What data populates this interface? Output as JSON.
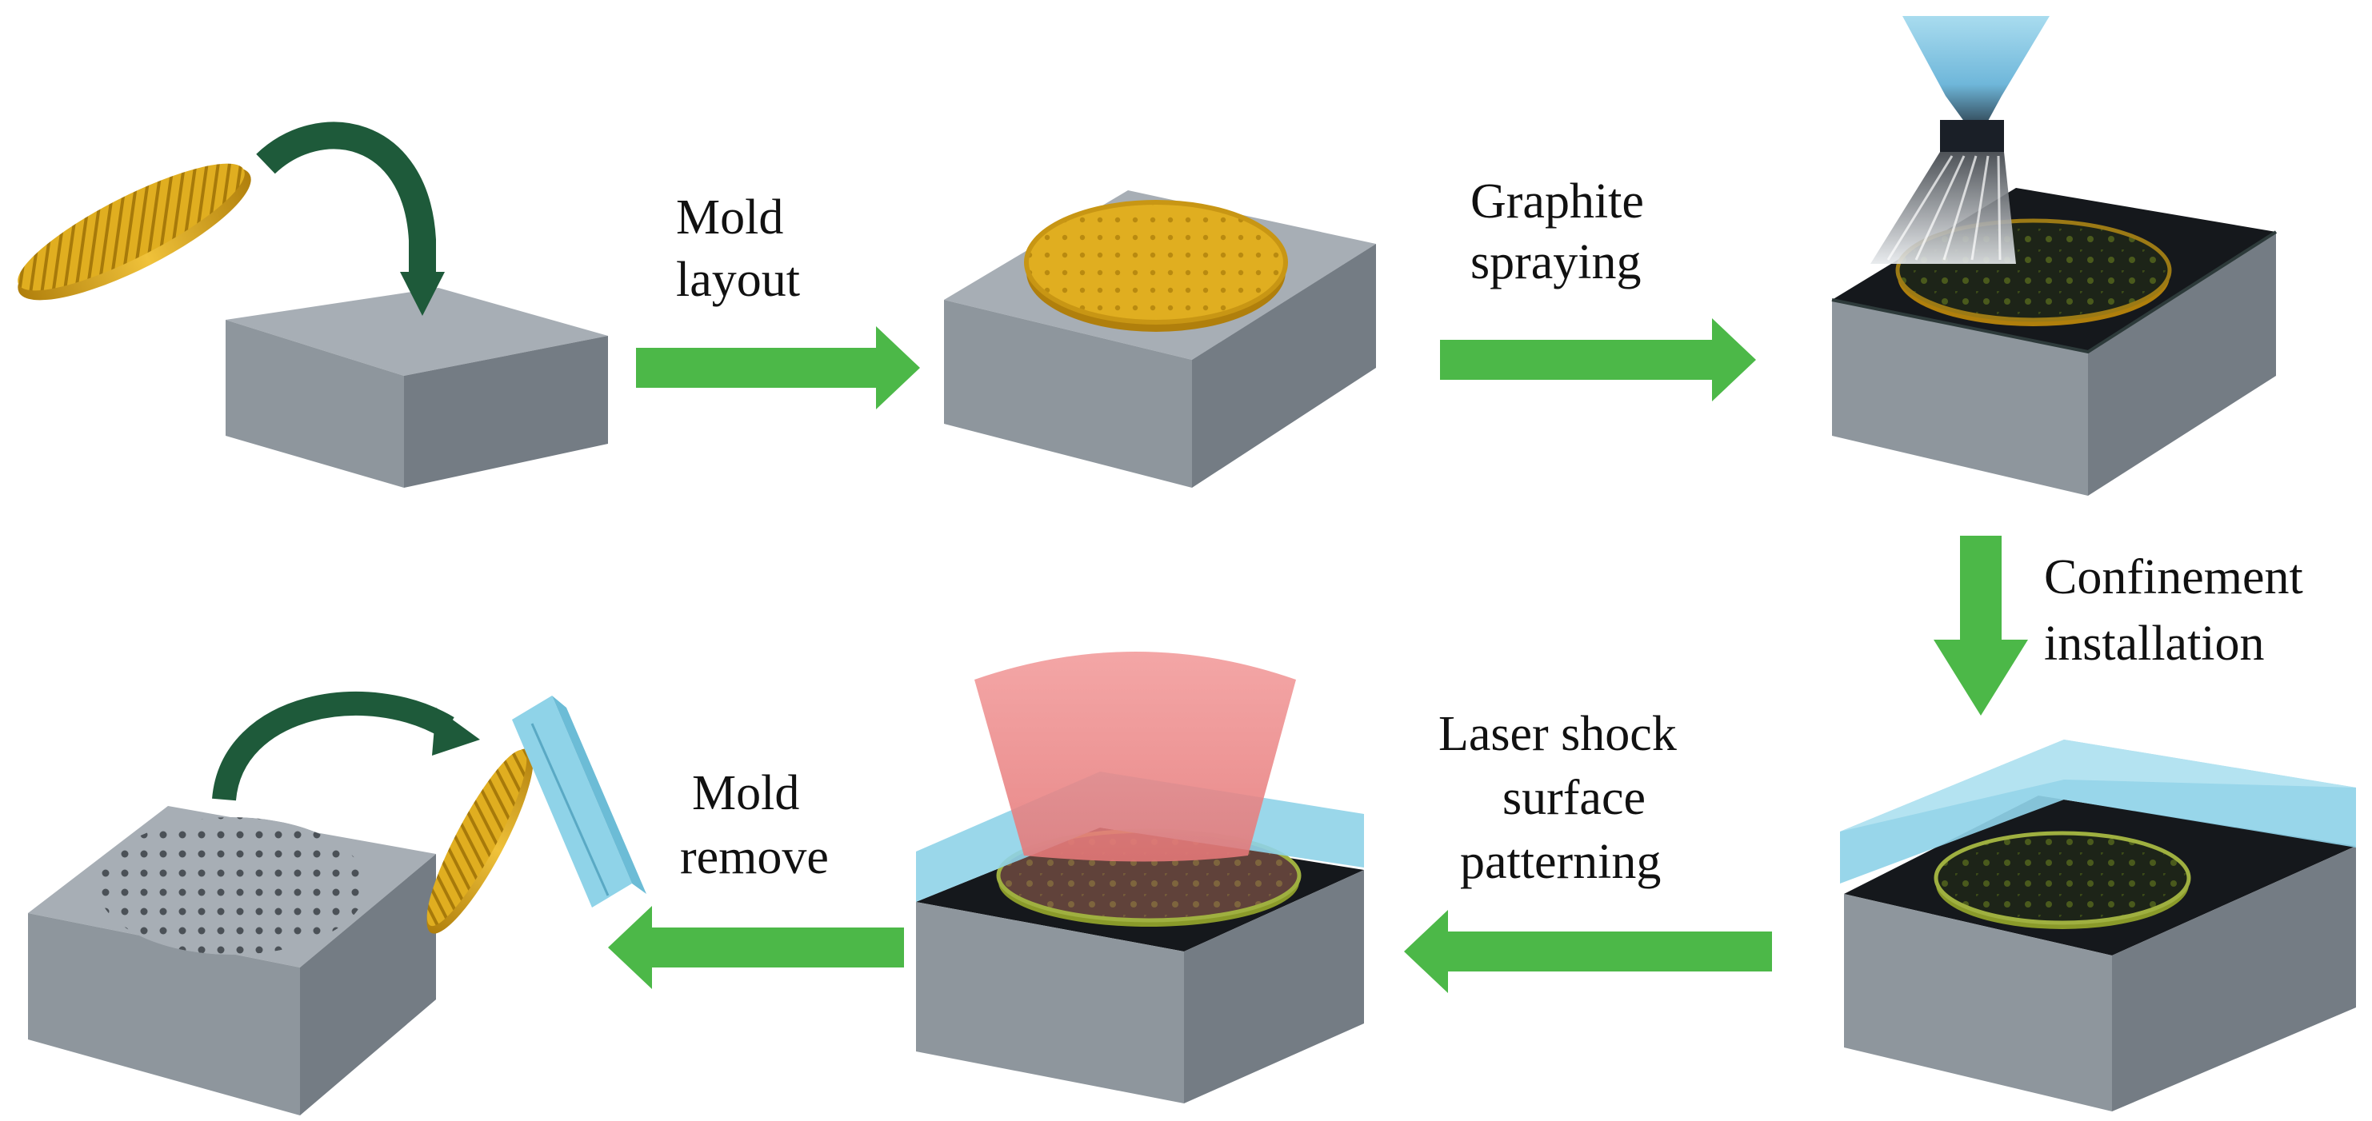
{
  "steps": {
    "mold_layout": {
      "line1": "Mold",
      "line2": "layout"
    },
    "graphite_spraying": {
      "line1": "Graphite",
      "line2": "spraying"
    },
    "confinement_installation": {
      "line1": "Confinement",
      "line2": "installation"
    },
    "laser_shock": {
      "line1": "Laser shock",
      "line2": "surface",
      "line3": "patterning"
    },
    "mold_remove": {
      "line1": "Mold",
      "line2": "remove"
    }
  },
  "colors": {
    "arrow_green": "#4cb848",
    "curved_arrow": "#1e5a3a",
    "block_top": "#a7aeb5",
    "block_left": "#8e969d",
    "block_right": "#747c84",
    "gold": "#d9a81a",
    "graphite": "#15181c",
    "confinement_glass": "#8fd3e8",
    "laser_beam": "#ef8a8a",
    "nozzle_blue": "#7fc6e6"
  },
  "icons": [
    "curved-arrow-icon",
    "gold-disc-icon",
    "mold-block-icon",
    "spray-nozzle-icon",
    "confinement-glass-icon",
    "laser-beam-icon",
    "process-arrow-icon"
  ]
}
